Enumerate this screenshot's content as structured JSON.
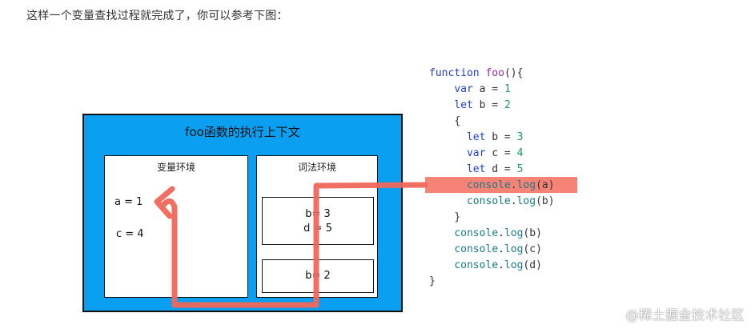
{
  "caption": "这样一个变量查找过程就完成了，你可以参考下图：",
  "diagram": {
    "title": "foo函数的执行上下文",
    "variable_env": {
      "title": "变量环境",
      "items": [
        "a = 1",
        "c = 4"
      ]
    },
    "lexical_env": {
      "title": "词法环境",
      "scope_inner": [
        "b= 3",
        "d = 5"
      ],
      "scope_outer": [
        "b= 2"
      ]
    }
  },
  "code": {
    "lines": [
      {
        "indent": 0,
        "tokens": [
          {
            "t": "function",
            "c": "kw"
          },
          {
            "t": " ",
            "c": "plain"
          },
          {
            "t": "foo",
            "c": "fn"
          },
          {
            "t": "(){",
            "c": "plain"
          }
        ]
      },
      {
        "indent": 4,
        "tokens": [
          {
            "t": "var",
            "c": "kw"
          },
          {
            "t": " a = ",
            "c": "plain"
          },
          {
            "t": "1",
            "c": "num"
          }
        ]
      },
      {
        "indent": 4,
        "tokens": [
          {
            "t": "let",
            "c": "kw"
          },
          {
            "t": " b = ",
            "c": "plain"
          },
          {
            "t": "2",
            "c": "num"
          }
        ]
      },
      {
        "indent": 4,
        "tokens": [
          {
            "t": "{",
            "c": "plain"
          }
        ]
      },
      {
        "indent": 6,
        "tokens": [
          {
            "t": "let",
            "c": "kw"
          },
          {
            "t": " b = ",
            "c": "plain"
          },
          {
            "t": "3",
            "c": "num"
          }
        ]
      },
      {
        "indent": 6,
        "tokens": [
          {
            "t": "var",
            "c": "kw"
          },
          {
            "t": " c = ",
            "c": "plain"
          },
          {
            "t": "4",
            "c": "num"
          }
        ]
      },
      {
        "indent": 6,
        "tokens": [
          {
            "t": "let",
            "c": "kw"
          },
          {
            "t": " d = ",
            "c": "plain"
          },
          {
            "t": "5",
            "c": "num"
          }
        ]
      },
      {
        "indent": 6,
        "tokens": [
          {
            "t": "console",
            "c": "method"
          },
          {
            "t": ".",
            "c": "plain"
          },
          {
            "t": "log",
            "c": "method"
          },
          {
            "t": "(a)",
            "c": "plain"
          }
        ],
        "highlight": true
      },
      {
        "indent": 6,
        "tokens": [
          {
            "t": "console",
            "c": "method"
          },
          {
            "t": ".",
            "c": "plain"
          },
          {
            "t": "log",
            "c": "method"
          },
          {
            "t": "(b)",
            "c": "plain"
          }
        ]
      },
      {
        "indent": 4,
        "tokens": [
          {
            "t": "}",
            "c": "plain"
          }
        ]
      },
      {
        "indent": 4,
        "tokens": [
          {
            "t": "console",
            "c": "method"
          },
          {
            "t": ".",
            "c": "plain"
          },
          {
            "t": "log",
            "c": "method"
          },
          {
            "t": "(b)",
            "c": "plain"
          }
        ]
      },
      {
        "indent": 4,
        "tokens": [
          {
            "t": "console",
            "c": "method"
          },
          {
            "t": ".",
            "c": "plain"
          },
          {
            "t": "log",
            "c": "method"
          },
          {
            "t": "(c)",
            "c": "plain"
          }
        ]
      },
      {
        "indent": 4,
        "tokens": [
          {
            "t": "console",
            "c": "method"
          },
          {
            "t": ".",
            "c": "plain"
          },
          {
            "t": "log",
            "c": "method"
          },
          {
            "t": "(d)",
            "c": "plain"
          }
        ]
      },
      {
        "indent": 0,
        "tokens": [
          {
            "t": "}",
            "c": "plain"
          }
        ]
      }
    ]
  },
  "watermark": "@稀土掘金技术社区",
  "colors": {
    "context_bg": "#0a9ff0",
    "arrow": "#f0675a",
    "highlight": "#f4796a",
    "keyword": "#1f3fd1",
    "number": "#1c9b62"
  }
}
